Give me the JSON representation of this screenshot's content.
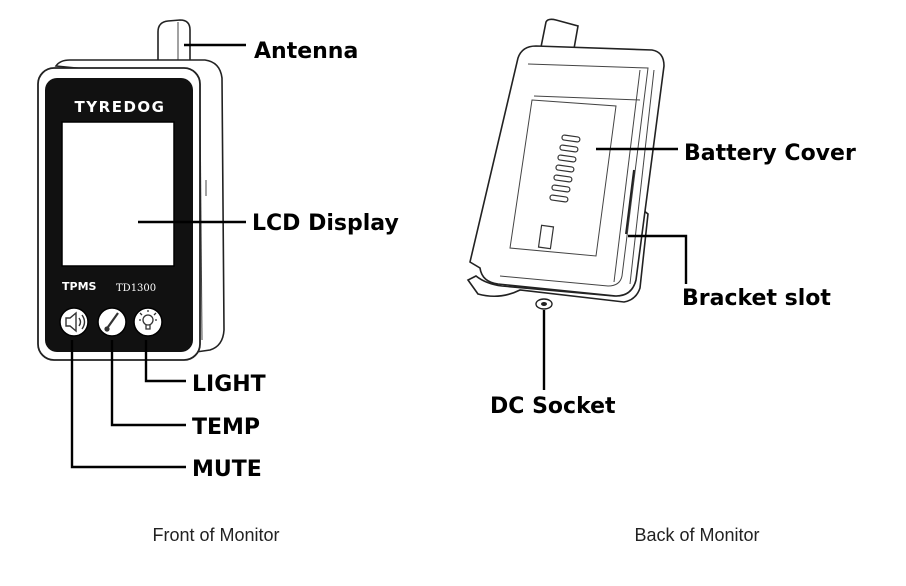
{
  "front": {
    "brand": "TYREDOG",
    "tpms_label": "TPMS",
    "model_label": "TD1300",
    "caption": "Front of Monitor",
    "callouts": {
      "antenna": "Antenna",
      "lcd": "LCD Display",
      "light": "LIGHT",
      "temp": "TEMP",
      "mute": "MUTE"
    }
  },
  "back": {
    "caption": "Back of Monitor",
    "callouts": {
      "battery_cover": "Battery Cover",
      "bracket_slot": "Bracket slot",
      "dc_socket": "DC Socket"
    }
  },
  "icons": [
    "speaker-mute-icon",
    "thermometer-icon",
    "light-bulb-icon"
  ]
}
